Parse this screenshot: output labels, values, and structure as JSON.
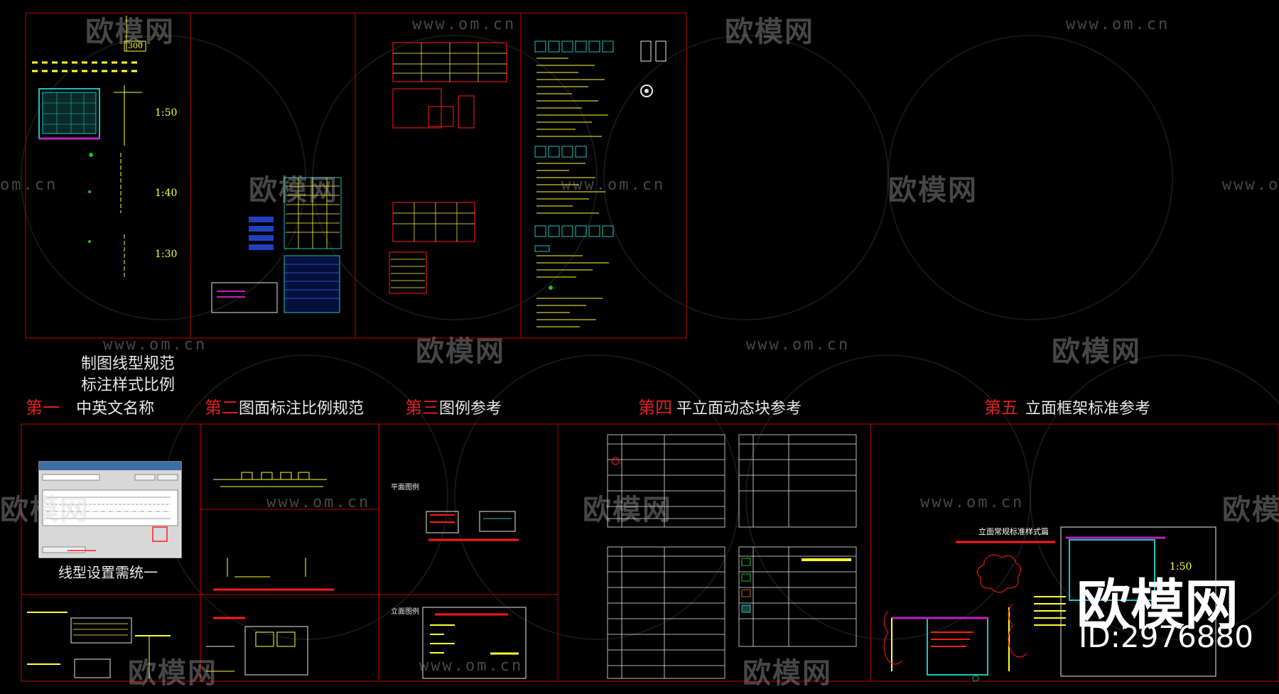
{
  "sections": [
    {
      "num": "第一",
      "title": "中英文名称",
      "extra": [
        "制图线型规范",
        "标注样式比例"
      ]
    },
    {
      "num": "第二",
      "title": "图面标注比例规范"
    },
    {
      "num": "第三",
      "title": "图例参考"
    },
    {
      "num": "第四",
      "title": "平立面动态块参考"
    },
    {
      "num": "第五",
      "title": "立面框架标准参考"
    }
  ],
  "captions": {
    "linetype": "线型设置需统一",
    "plan_legend": "平面图例",
    "elev_legend": "立面图例",
    "elev_frame_title": "立面常规标准样式篇"
  },
  "scales": [
    "1:50",
    "1:40",
    "1:30"
  ],
  "dim_value": "300",
  "watermark": {
    "cn": "欧模网",
    "url": "www.om.cn",
    "url_partial": "om.cn"
  },
  "brand": {
    "name": "欧模网",
    "id": "ID:2976880"
  },
  "colors": {
    "frame": "#c00000",
    "yellow": "#ffff33",
    "red": "#ff1a1a",
    "magenta": "#c020c0",
    "cyan": "#20c0c0",
    "white": "#e8e8e8"
  }
}
